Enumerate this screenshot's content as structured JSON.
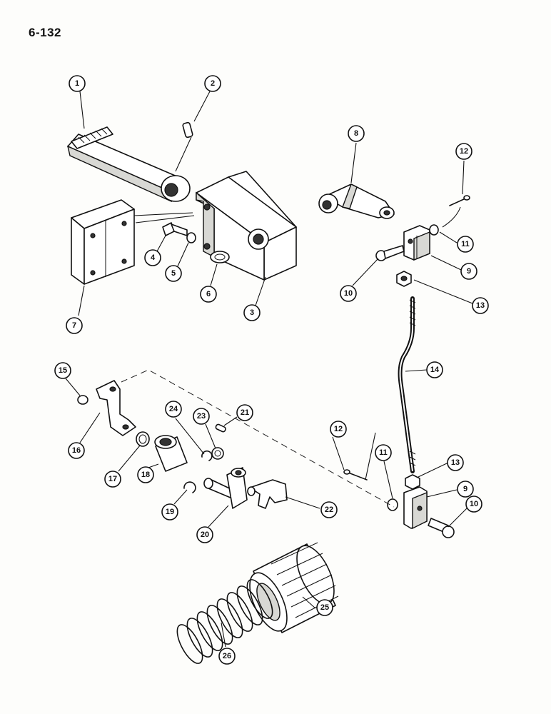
{
  "page_number": "6-132",
  "callouts": [
    "1",
    "2",
    "3",
    "4",
    "5",
    "6",
    "7",
    "8",
    "9",
    "10",
    "11",
    "12",
    "13",
    "14",
    "15",
    "16",
    "17",
    "18",
    "19",
    "20",
    "21",
    "22",
    "23",
    "24",
    "25",
    "26"
  ]
}
